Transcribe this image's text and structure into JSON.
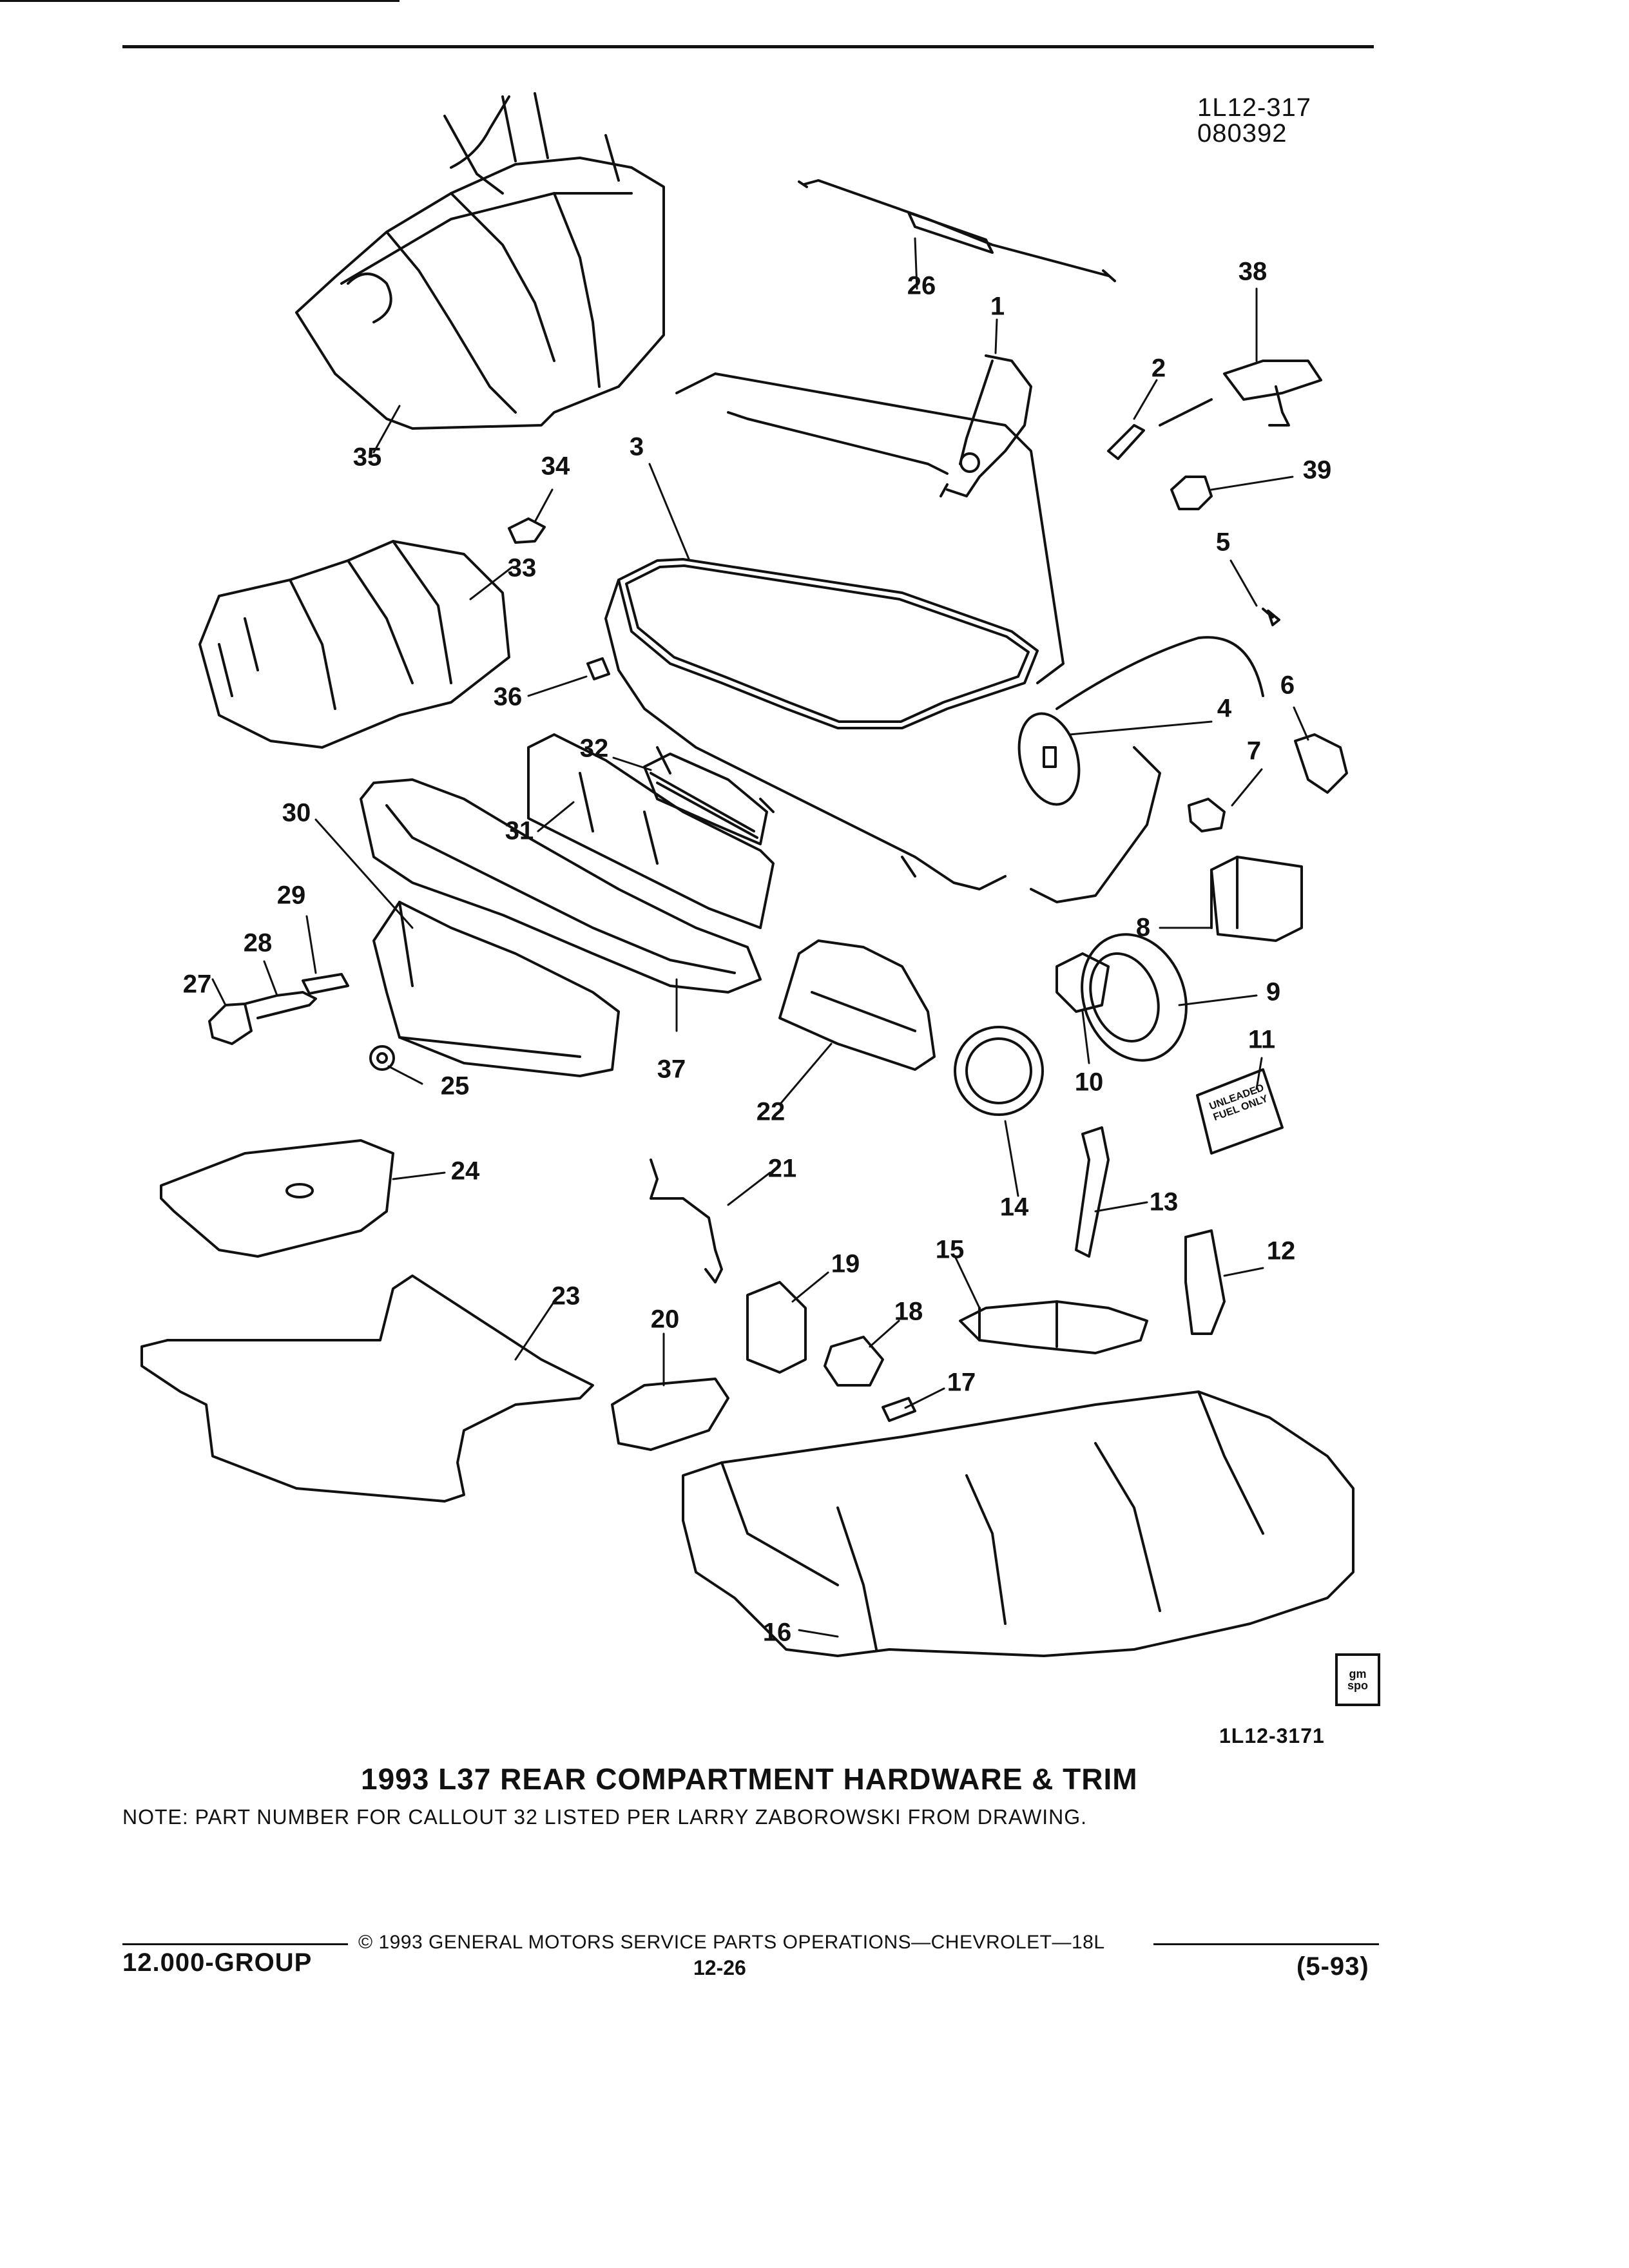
{
  "header": {
    "drawing_code": "1L12-317",
    "date_code": "080392"
  },
  "callouts": [
    "1",
    "2",
    "3",
    "4",
    "5",
    "6",
    "7",
    "8",
    "9",
    "10",
    "11",
    "12",
    "13",
    "14",
    "15",
    "16",
    "17",
    "18",
    "19",
    "20",
    "21",
    "22",
    "23",
    "24",
    "25",
    "26",
    "27",
    "28",
    "29",
    "30",
    "31",
    "32",
    "33",
    "34",
    "35",
    "36",
    "37",
    "38",
    "39"
  ],
  "label_11": {
    "line1": "UNLEADED",
    "line2": "FUEL ONLY"
  },
  "gm_badge": {
    "line1": "gm",
    "line2": "spo"
  },
  "figure_code": "1L12-3171",
  "title": "1993 L37 REAR COMPARTMENT HARDWARE & TRIM",
  "note": "NOTE:  PART NUMBER FOR CALLOUT 32 LISTED PER LARRY ZABOROWSKI FROM DRAWING.",
  "footer": {
    "copyright": "© 1993  GENERAL MOTORS SERVICE PARTS OPERATIONS—CHEVROLET—18L",
    "group": "12.000-GROUP",
    "page": "12-26",
    "revision": "(5-93)"
  }
}
